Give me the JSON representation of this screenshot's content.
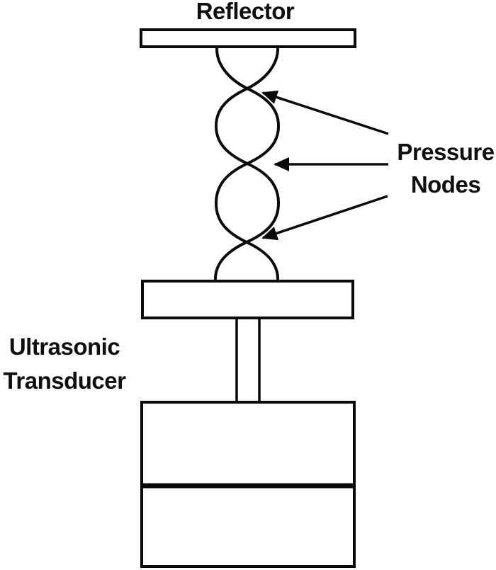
{
  "figure": {
    "background_color": "#ffffff",
    "ink_color": "#0a0a0a"
  },
  "labels": {
    "reflector": "Reflector",
    "pressure_nodes": [
      "Pressure",
      "Nodes"
    ],
    "transducer": [
      "Ultrasonic",
      "Transducer"
    ]
  },
  "diagram": {
    "pressure_node_count": 3,
    "arrow_count": 3,
    "components": [
      "reflector-plate",
      "standing-wave",
      "pressure-node-arrows",
      "transducer-horn-plate",
      "transducer-stem",
      "transducer-body",
      "piezo-disc-line"
    ]
  }
}
